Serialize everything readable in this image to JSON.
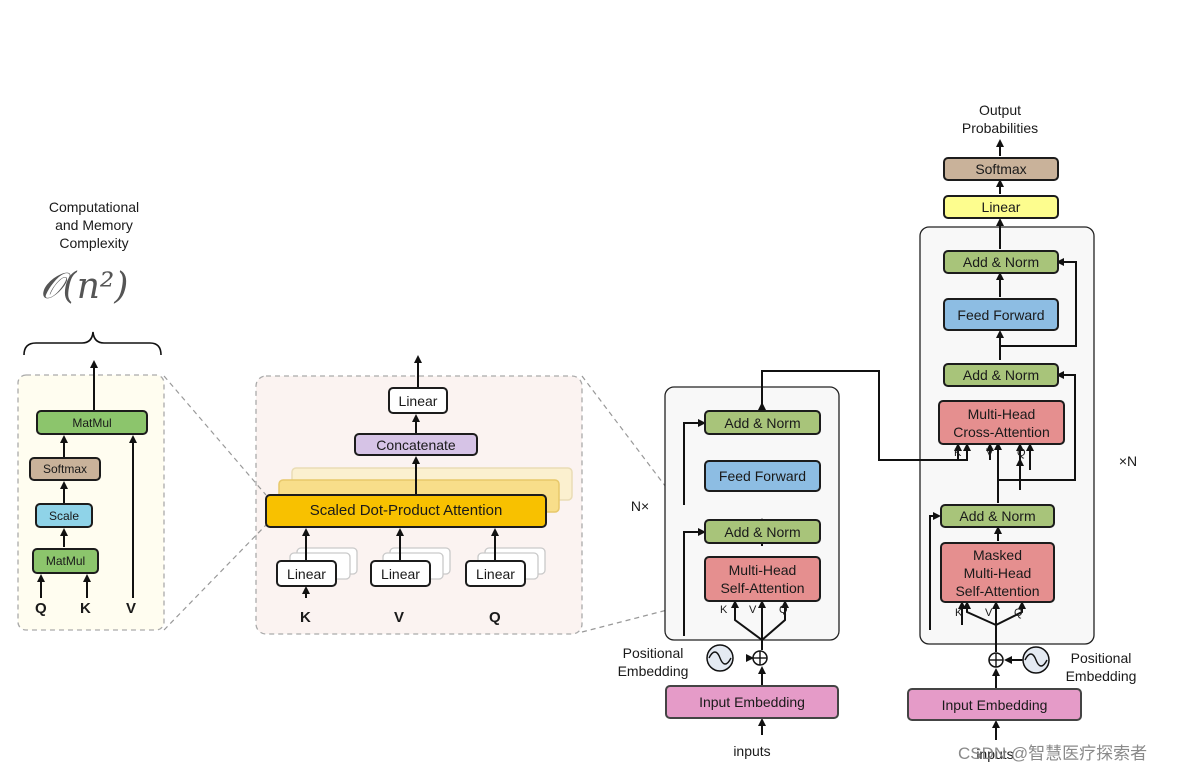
{
  "complexity": {
    "title_lines": [
      "Computational",
      "and Memory",
      "Complexity"
    ],
    "big_o": "𝒪(n²)"
  },
  "attention_core": {
    "matmul_top": "MatMul",
    "softmax": "Softmax",
    "scale": "Scale",
    "matmul_bottom": "MatMul",
    "inputs": [
      "Q",
      "K",
      "V"
    ]
  },
  "multihead_zoom": {
    "linear_top": "Linear",
    "concatenate": "Concatenate",
    "attention": "Scaled Dot-Product Attention",
    "linear_k": "Linear",
    "linear_v": "Linear",
    "linear_q": "Linear",
    "inputs": [
      "K",
      "V",
      "Q"
    ]
  },
  "encoder": {
    "repeat": "N×",
    "add_norm_top": "Add & Norm",
    "feed_forward": "Feed Forward",
    "add_norm_bottom": "Add & Norm",
    "attention": [
      "Multi-Head",
      "Self-Attention"
    ],
    "kvq": [
      "K",
      "V",
      "Q"
    ],
    "positional": [
      "Positional",
      "Embedding"
    ],
    "input_embedding": "Input Embedding",
    "inputs_label": "inputs"
  },
  "decoder": {
    "output_title": [
      "Output",
      "Probabilities"
    ],
    "softmax": "Softmax",
    "linear": "Linear",
    "add_norm_top": "Add & Norm",
    "feed_forward": "Feed Forward",
    "add_norm_mid": "Add & Norm",
    "cross_attention": [
      "Multi-Head",
      "Cross-Attention"
    ],
    "cross_kvq": [
      "K",
      "V",
      "Q"
    ],
    "repeat": "×N",
    "add_norm_bottom": "Add & Norm",
    "masked_attention": [
      "Masked",
      "Multi-Head",
      "Self-Attention"
    ],
    "masked_kvq": [
      "K",
      "V",
      "Q"
    ],
    "positional": [
      "Positional",
      "Embedding"
    ],
    "input_embedding": "Input Embedding",
    "inputs_label": "inputs"
  },
  "watermark": "CSDN @智慧医疗探索者"
}
